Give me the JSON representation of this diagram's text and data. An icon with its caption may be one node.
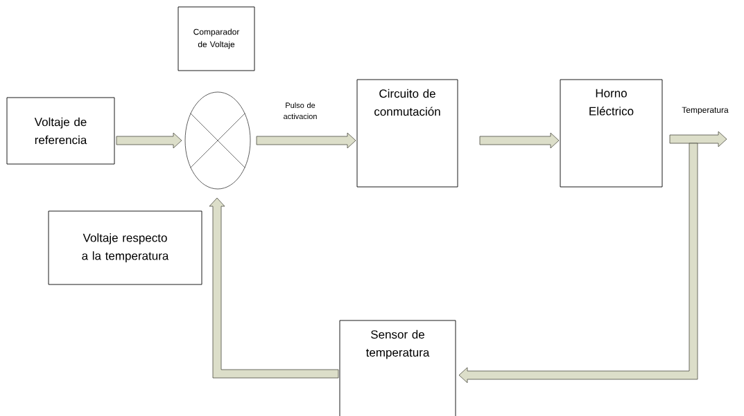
{
  "diagram": {
    "nodes": [
      {
        "text": [
          "Comparador de Voltaje"
        ]
      },
      {
        "text": [
          "Voltaje de referencia"
        ]
      },
      {
        "text": [],
        "shape": "circle"
      },
      {
        "text": [
          "Circuito de conmutación"
        ]
      },
      {
        "text": [
          "Horno Eléctrico"
        ]
      },
      {
        "text": [
          "Voltaje respecto a la temperatura"
        ]
      },
      {
        "text": [
          "Sensor de temperatura"
        ]
      }
    ],
    "edges": [
      {
        "from": 1,
        "to": 2,
        "arrow": "to"
      },
      {
        "from": 2,
        "to": 3,
        "arrow": "to",
        "label": "Pulso de activacion"
      },
      {
        "from": 3,
        "to": 4,
        "arrow": "to"
      },
      {
        "from": 4,
        "to": null,
        "arrow": "to",
        "label": "Temperatura"
      },
      {
        "from": 4,
        "to": 6,
        "arrow": "to"
      },
      {
        "from": 6,
        "to": 2,
        "arrow": "to"
      }
    ]
  }
}
